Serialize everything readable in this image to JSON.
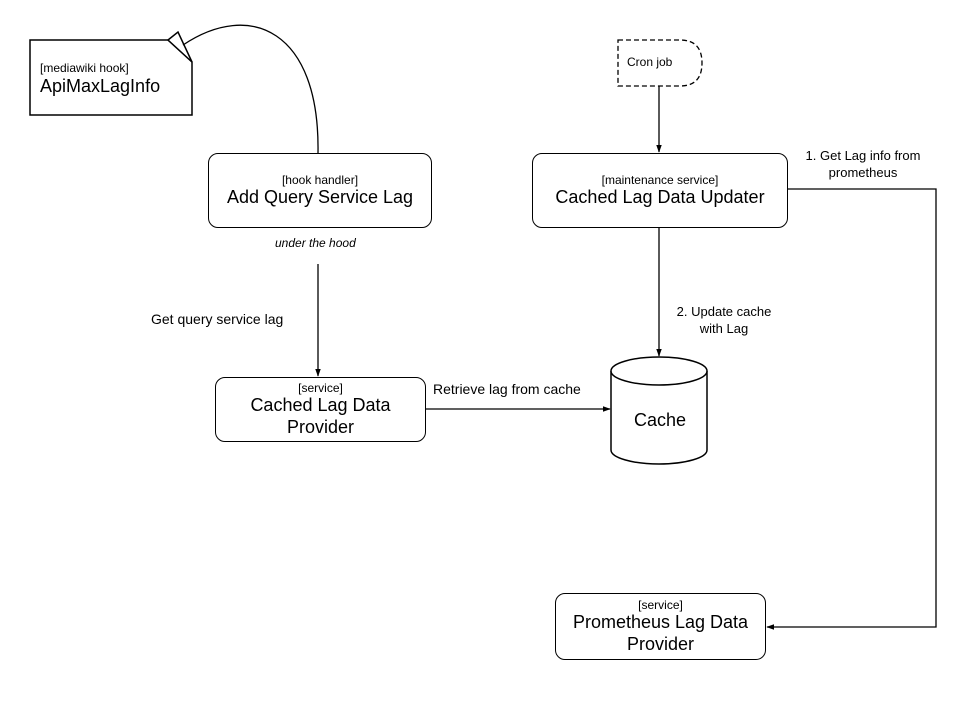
{
  "nodes": {
    "hook": {
      "tag": "[mediawiki hook]",
      "title": "ApiMaxLagInfo"
    },
    "cron": {
      "title": "Cron job"
    },
    "handler": {
      "tag": "[hook handler]",
      "title": "Add Query Service Lag"
    },
    "updater": {
      "tag": "[maintenance service]",
      "title": "Cached Lag Data Updater"
    },
    "cached_provider": {
      "tag": "[service]",
      "title": "Cached Lag Data Provider"
    },
    "cache": {
      "title": "Cache"
    },
    "prom_provider": {
      "tag": "[service]",
      "title": "Prometheus Lag Data Provider"
    }
  },
  "edges": {
    "under_the_hood": "under the hood",
    "get_query_lag": "Get query service lag",
    "retrieve_lag": "Retrieve lag from cache",
    "update_cache": "2. Update cache with Lag",
    "get_lag_info": "1. Get Lag info from prometheus"
  },
  "colors": {
    "stroke": "#000000",
    "fill": "#ffffff"
  }
}
